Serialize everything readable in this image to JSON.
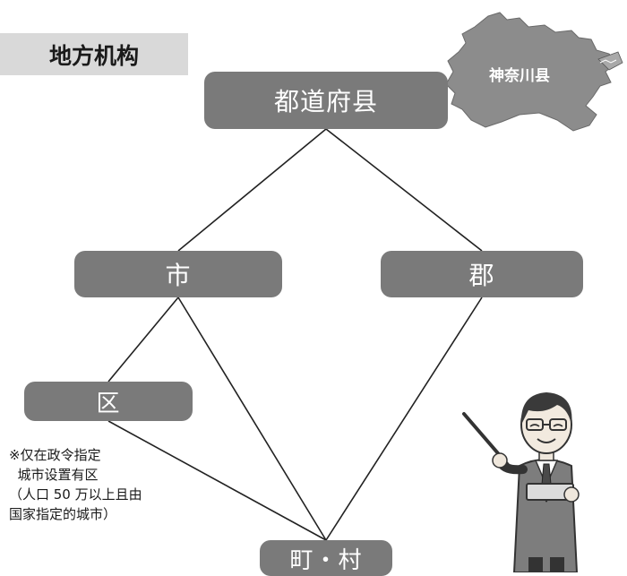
{
  "title": "地方机构",
  "map": {
    "label": "神奈川县"
  },
  "nodes": {
    "prefecture": "都道府县",
    "city": "市",
    "county": "郡",
    "ward": "区",
    "town_village": "町・村"
  },
  "note": "※仅在政令指定\n  城市设置有区\n（人口 50 万以上且由\n国家指定的城市）",
  "colors": {
    "node_fill": "#7a7a7a",
    "title_bg": "#d9d9d9",
    "map_fill": "#8c8c8c"
  },
  "icons": [
    "map-icon",
    "teacher-icon"
  ]
}
